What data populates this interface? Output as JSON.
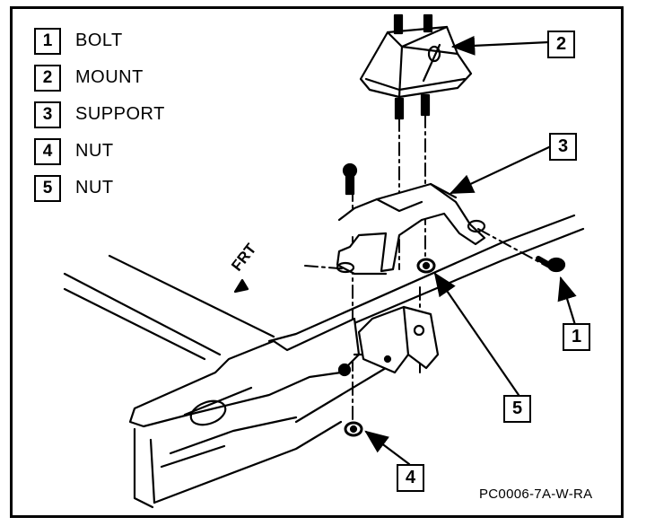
{
  "figure": {
    "legend": [
      {
        "num": "1",
        "label": "BOLT"
      },
      {
        "num": "2",
        "label": "MOUNT"
      },
      {
        "num": "3",
        "label": "SUPPORT"
      },
      {
        "num": "4",
        "label": "NUT"
      },
      {
        "num": "5",
        "label": "NUT"
      }
    ],
    "callouts": {
      "c1": "1",
      "c2": "2",
      "c3": "3",
      "c4": "4",
      "c5": "5"
    },
    "direction_label": "FRT",
    "figure_code": "PC0006-7A-W-RA",
    "colors": {
      "ink": "#000000",
      "paper": "#ffffff"
    }
  }
}
